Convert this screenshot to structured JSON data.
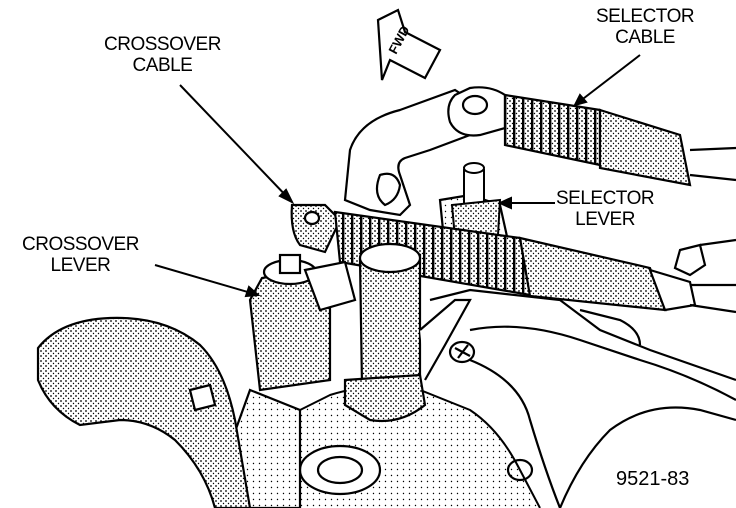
{
  "labels": {
    "crossover_cable": [
      "CROSSOVER",
      "CABLE"
    ],
    "selector_cable": [
      "SELECTOR",
      "CABLE"
    ],
    "selector_lever": [
      "SELECTOR",
      "LEVER"
    ],
    "crossover_lever": [
      "CROSSOVER",
      "LEVER"
    ],
    "direction_arrow": "FWD",
    "figure_number": "9521-83"
  },
  "colors": {
    "ink": "#000000",
    "paper": "#ffffff"
  }
}
